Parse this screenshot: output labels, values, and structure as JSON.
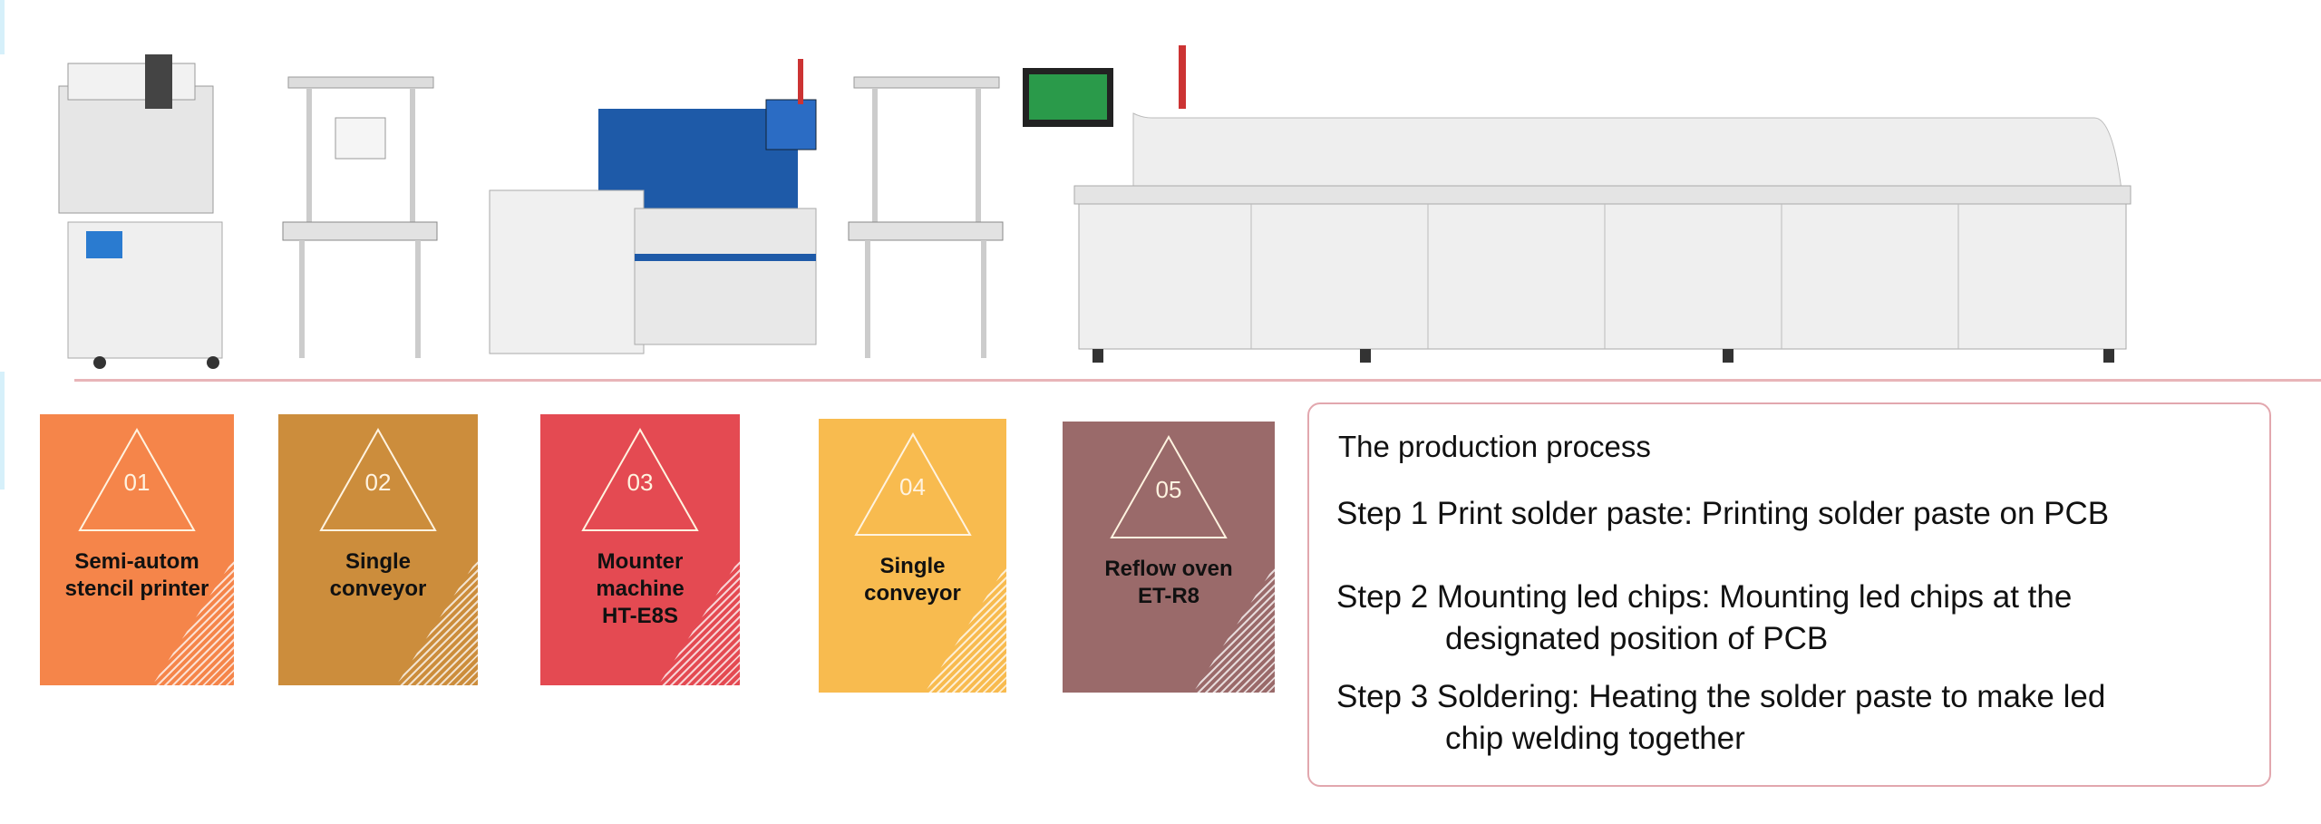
{
  "stations": [
    {
      "num": "01",
      "label_lines": [
        "Semi-autom",
        "stencil printer"
      ],
      "color": "#f5854a"
    },
    {
      "num": "02",
      "label_lines": [
        "Single",
        "conveyor"
      ],
      "color": "#cc8d3c"
    },
    {
      "num": "03",
      "label_lines": [
        "Mounter",
        "machine",
        "HT-E8S"
      ],
      "color": "#e44a52"
    },
    {
      "num": "04",
      "label_lines": [
        "Single",
        "conveyor"
      ],
      "color": "#f8bb4f"
    },
    {
      "num": "05",
      "label_lines": [
        "Reflow oven",
        "ET-R8"
      ],
      "color": "#9a6a6a"
    }
  ],
  "process": {
    "title": "The production process",
    "steps": [
      {
        "line1": "Step 1 Print solder paste: Printing solder paste on PCB",
        "line2": ""
      },
      {
        "line1": "Step 2 Mounting led chips: Mounting led chips at the",
        "line2": "designated position of PCB"
      },
      {
        "line1": "Step 3 Soldering: Heating the solder paste to make led",
        "line2": "chip welding together"
      }
    ]
  },
  "colors": {
    "divider": "#e8b4b8",
    "box_border": "#e2a7ae",
    "machine_blue": "#1e5aa8"
  }
}
